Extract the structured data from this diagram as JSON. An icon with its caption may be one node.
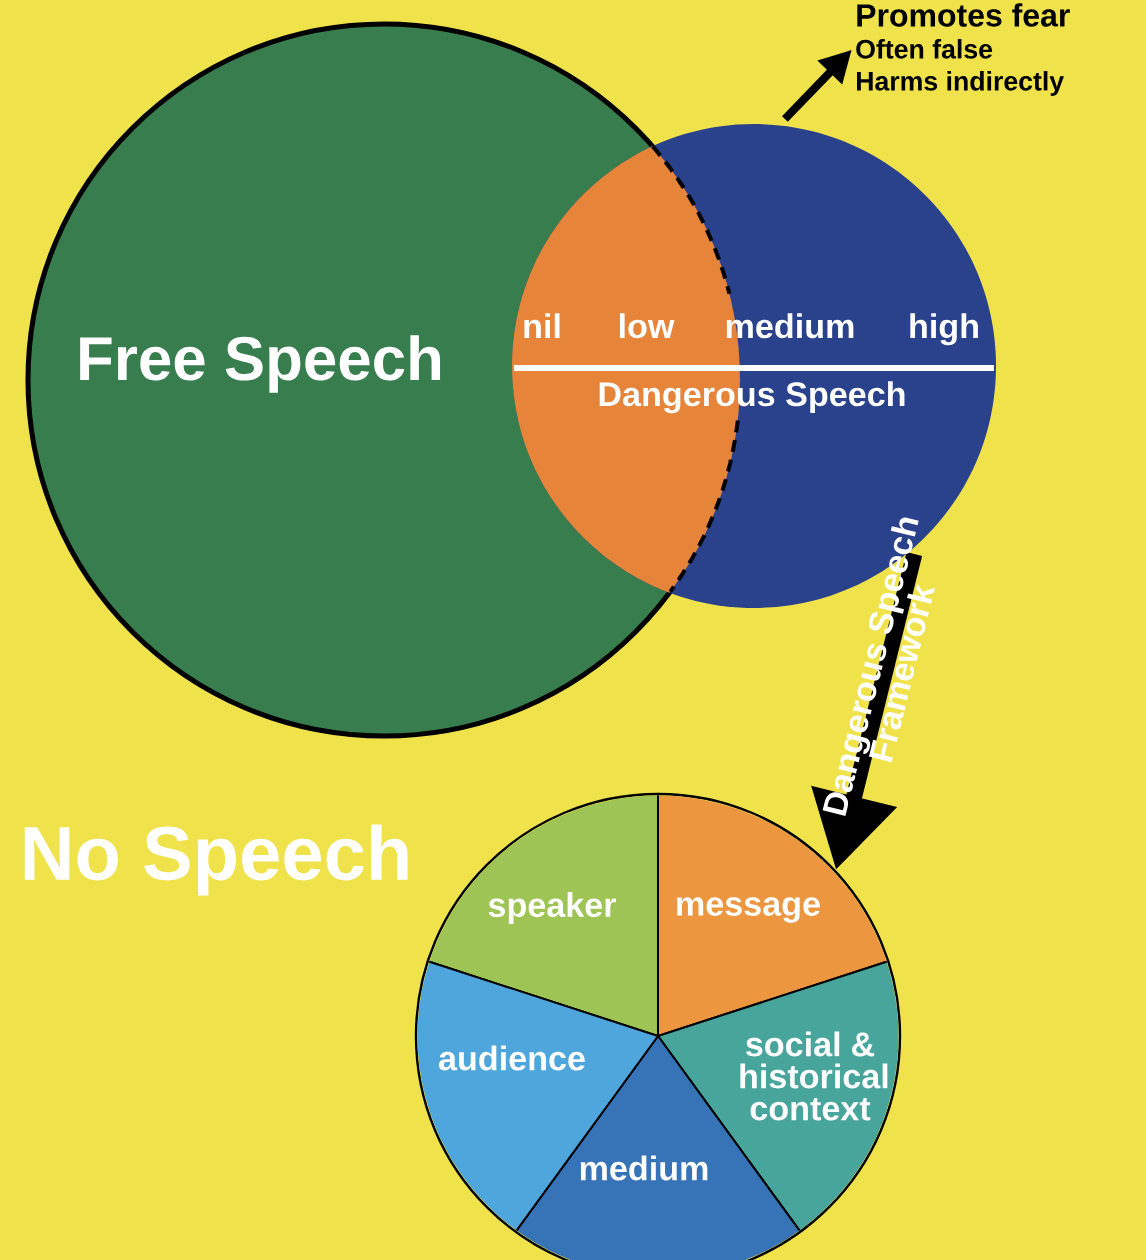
{
  "diagram": {
    "nodes": [
      {
        "text": [
          "Free Speech"
        ]
      },
      {
        "text": [
          "nil",
          "low",
          "medium",
          "high",
          "Dangerous Speech"
        ]
      },
      {
        "text": [
          "Promotes fear",
          "Often false",
          "Harms indirectly"
        ]
      },
      {
        "text": [],
        "shape": "circle"
      },
      {
        "text": [
          "speaker"
        ],
        "in": 3
      },
      {
        "text": [
          "message"
        ],
        "in": 3
      },
      {
        "text": [
          "social & historical context"
        ],
        "in": 3
      },
      {
        "text": [
          "medium"
        ],
        "in": 3
      },
      {
        "text": [
          "audience"
        ],
        "in": 3
      }
    ],
    "edges": [
      {
        "from": 1,
        "to": 2,
        "arrow": "to"
      },
      {
        "from": 1,
        "to": 3,
        "arrow": "to",
        "style": "thick",
        "label": "Dangerous Speech Framework"
      }
    ],
    "labels": [
      "No Speech"
    ]
  }
}
